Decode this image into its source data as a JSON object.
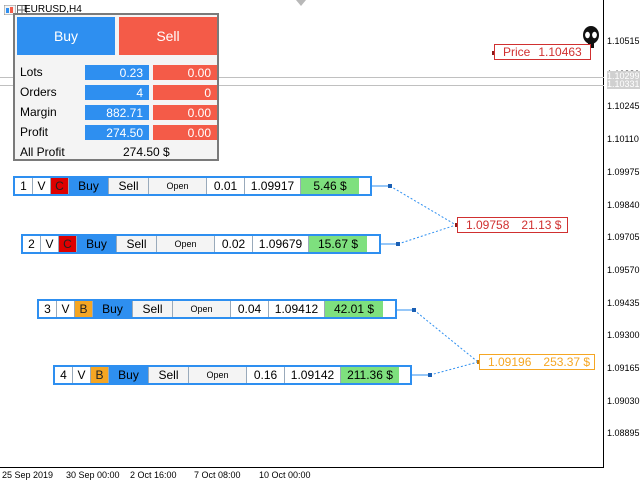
{
  "window": {
    "symbol_title": "EURUSD,H4"
  },
  "panel": {
    "buy_label": "Buy",
    "sell_label": "Sell",
    "rows": [
      {
        "label": "Lots",
        "buy": "0.23",
        "sell": "0.00"
      },
      {
        "label": "Orders",
        "buy": "4",
        "sell": "0"
      },
      {
        "label": "Margin",
        "buy": "882.71",
        "sell": "0.00"
      },
      {
        "label": "Profit",
        "buy": "274.50",
        "sell": "0.00"
      }
    ],
    "all_profit_label": "All Profit",
    "all_profit_value": "274.50 $"
  },
  "orders": [
    {
      "num": "1",
      "v": "V",
      "tag": "C",
      "tag_color": "#dd0000",
      "buy": "Buy",
      "sell": "Sell",
      "open": "Open",
      "lots": "0.01",
      "price": "1.09917",
      "profit": "5.46 $"
    },
    {
      "num": "2",
      "v": "V",
      "tag": "C",
      "tag_color": "#dd0000",
      "buy": "Buy",
      "sell": "Sell",
      "open": "Open",
      "lots": "0.02",
      "price": "1.09679",
      "profit": "15.67 $"
    },
    {
      "num": "3",
      "v": "V",
      "tag": "B",
      "tag_color": "#f5a623",
      "buy": "Buy",
      "sell": "Sell",
      "open": "Open",
      "lots": "0.04",
      "price": "1.09412",
      "profit": "42.01 $"
    },
    {
      "num": "4",
      "v": "V",
      "tag": "B",
      "tag_color": "#f5a623",
      "buy": "Buy",
      "sell": "Sell",
      "open": "Open",
      "lots": "0.16",
      "price": "1.09142",
      "profit": "211.36 $"
    }
  ],
  "callouts": {
    "price_label": "Price",
    "price_value": "1.10463",
    "group1_price": "1.09758",
    "group1_profit": "21.13 $",
    "group2_price": "1.09196",
    "group2_profit": "253.37 $"
  },
  "price_axis": [
    "1.10515",
    "1.10380",
    "1.10245",
    "1.10110",
    "1.09975",
    "1.09840",
    "1.09705",
    "1.09570",
    "1.09435",
    "1.09300",
    "1.09165",
    "1.09030",
    "1.08895"
  ],
  "price_axis_current": [
    "1.10299",
    "1.10331"
  ],
  "time_axis": [
    "25 Sep 2019",
    "30 Sep 00:00",
    "2 Oct 16:00",
    "7 Oct 08:00",
    "10 Oct 00:00"
  ],
  "colors": {
    "buy": "#2e8ff0",
    "sell": "#f45b48",
    "profit_bg": "#7ee07e",
    "group1": "#d03030",
    "group2": "#f5a623"
  },
  "icons": [
    "menu-icon",
    "grid-icon",
    "alien-icon"
  ]
}
